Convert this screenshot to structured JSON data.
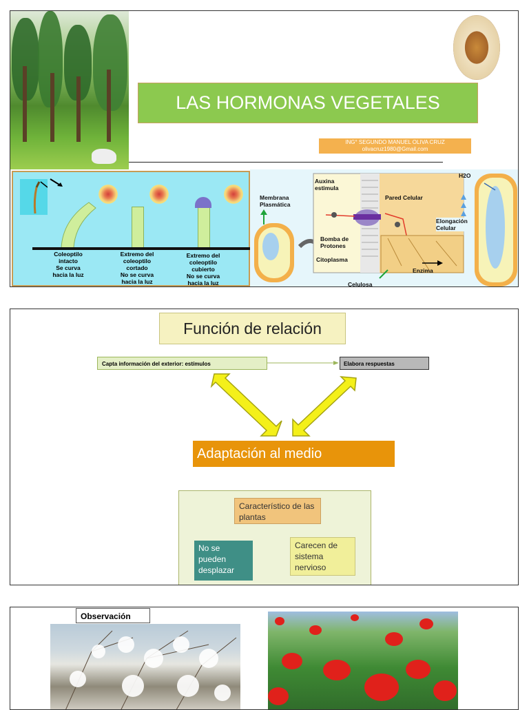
{
  "slide1": {
    "title": "LAS HORMONAS VEGETALES",
    "author_line1": "ING° SEGUNDO MANUEL OLIVA CRUZ",
    "author_line2": "olivacruz1980@Gmail.com",
    "coleoptile_labels": [
      {
        "lines": [
          "Coleoptilo",
          "intacto",
          "Se curva",
          "hacia la luz"
        ]
      },
      {
        "lines": [
          "Extremo del",
          "coleoptilo",
          "cortado",
          "No se curva",
          "hacia la luz"
        ]
      },
      {
        "lines": [
          "Extremo del",
          "coleoptilo",
          "cubierto",
          "No se curva",
          "hacia la luz"
        ]
      }
    ],
    "cell_labels": {
      "membrana": [
        "Membrana",
        "Plasmática"
      ],
      "auxina": [
        "Auxina",
        "estimula"
      ],
      "pared": "Pared Celular",
      "bomba": [
        "Bomba de",
        "Protones"
      ],
      "citoplasma": "Citoplasma",
      "elongacion": [
        "Elongación",
        "Celular"
      ],
      "enzima": "Enzima",
      "celulosa": "Celulosa",
      "h2o": "H2O"
    }
  },
  "slide2": {
    "title": "Función de relación",
    "input_box": "Capta información del exterior: estímulos",
    "output_box": "Elabora respuestas",
    "adaptation": "Adaptación al medio",
    "characteristic": "Característico de las plantas",
    "cannot_move": "No se pueden desplazar",
    "no_nervous": "Carecen de sistema nervioso"
  },
  "slide3": {
    "observation": "Observación"
  },
  "colors": {
    "title_green": "#8cc94f",
    "adapt_orange": "#e8940a",
    "teal": "#3f8f86",
    "arrow_yellow": "#f4f01a"
  }
}
